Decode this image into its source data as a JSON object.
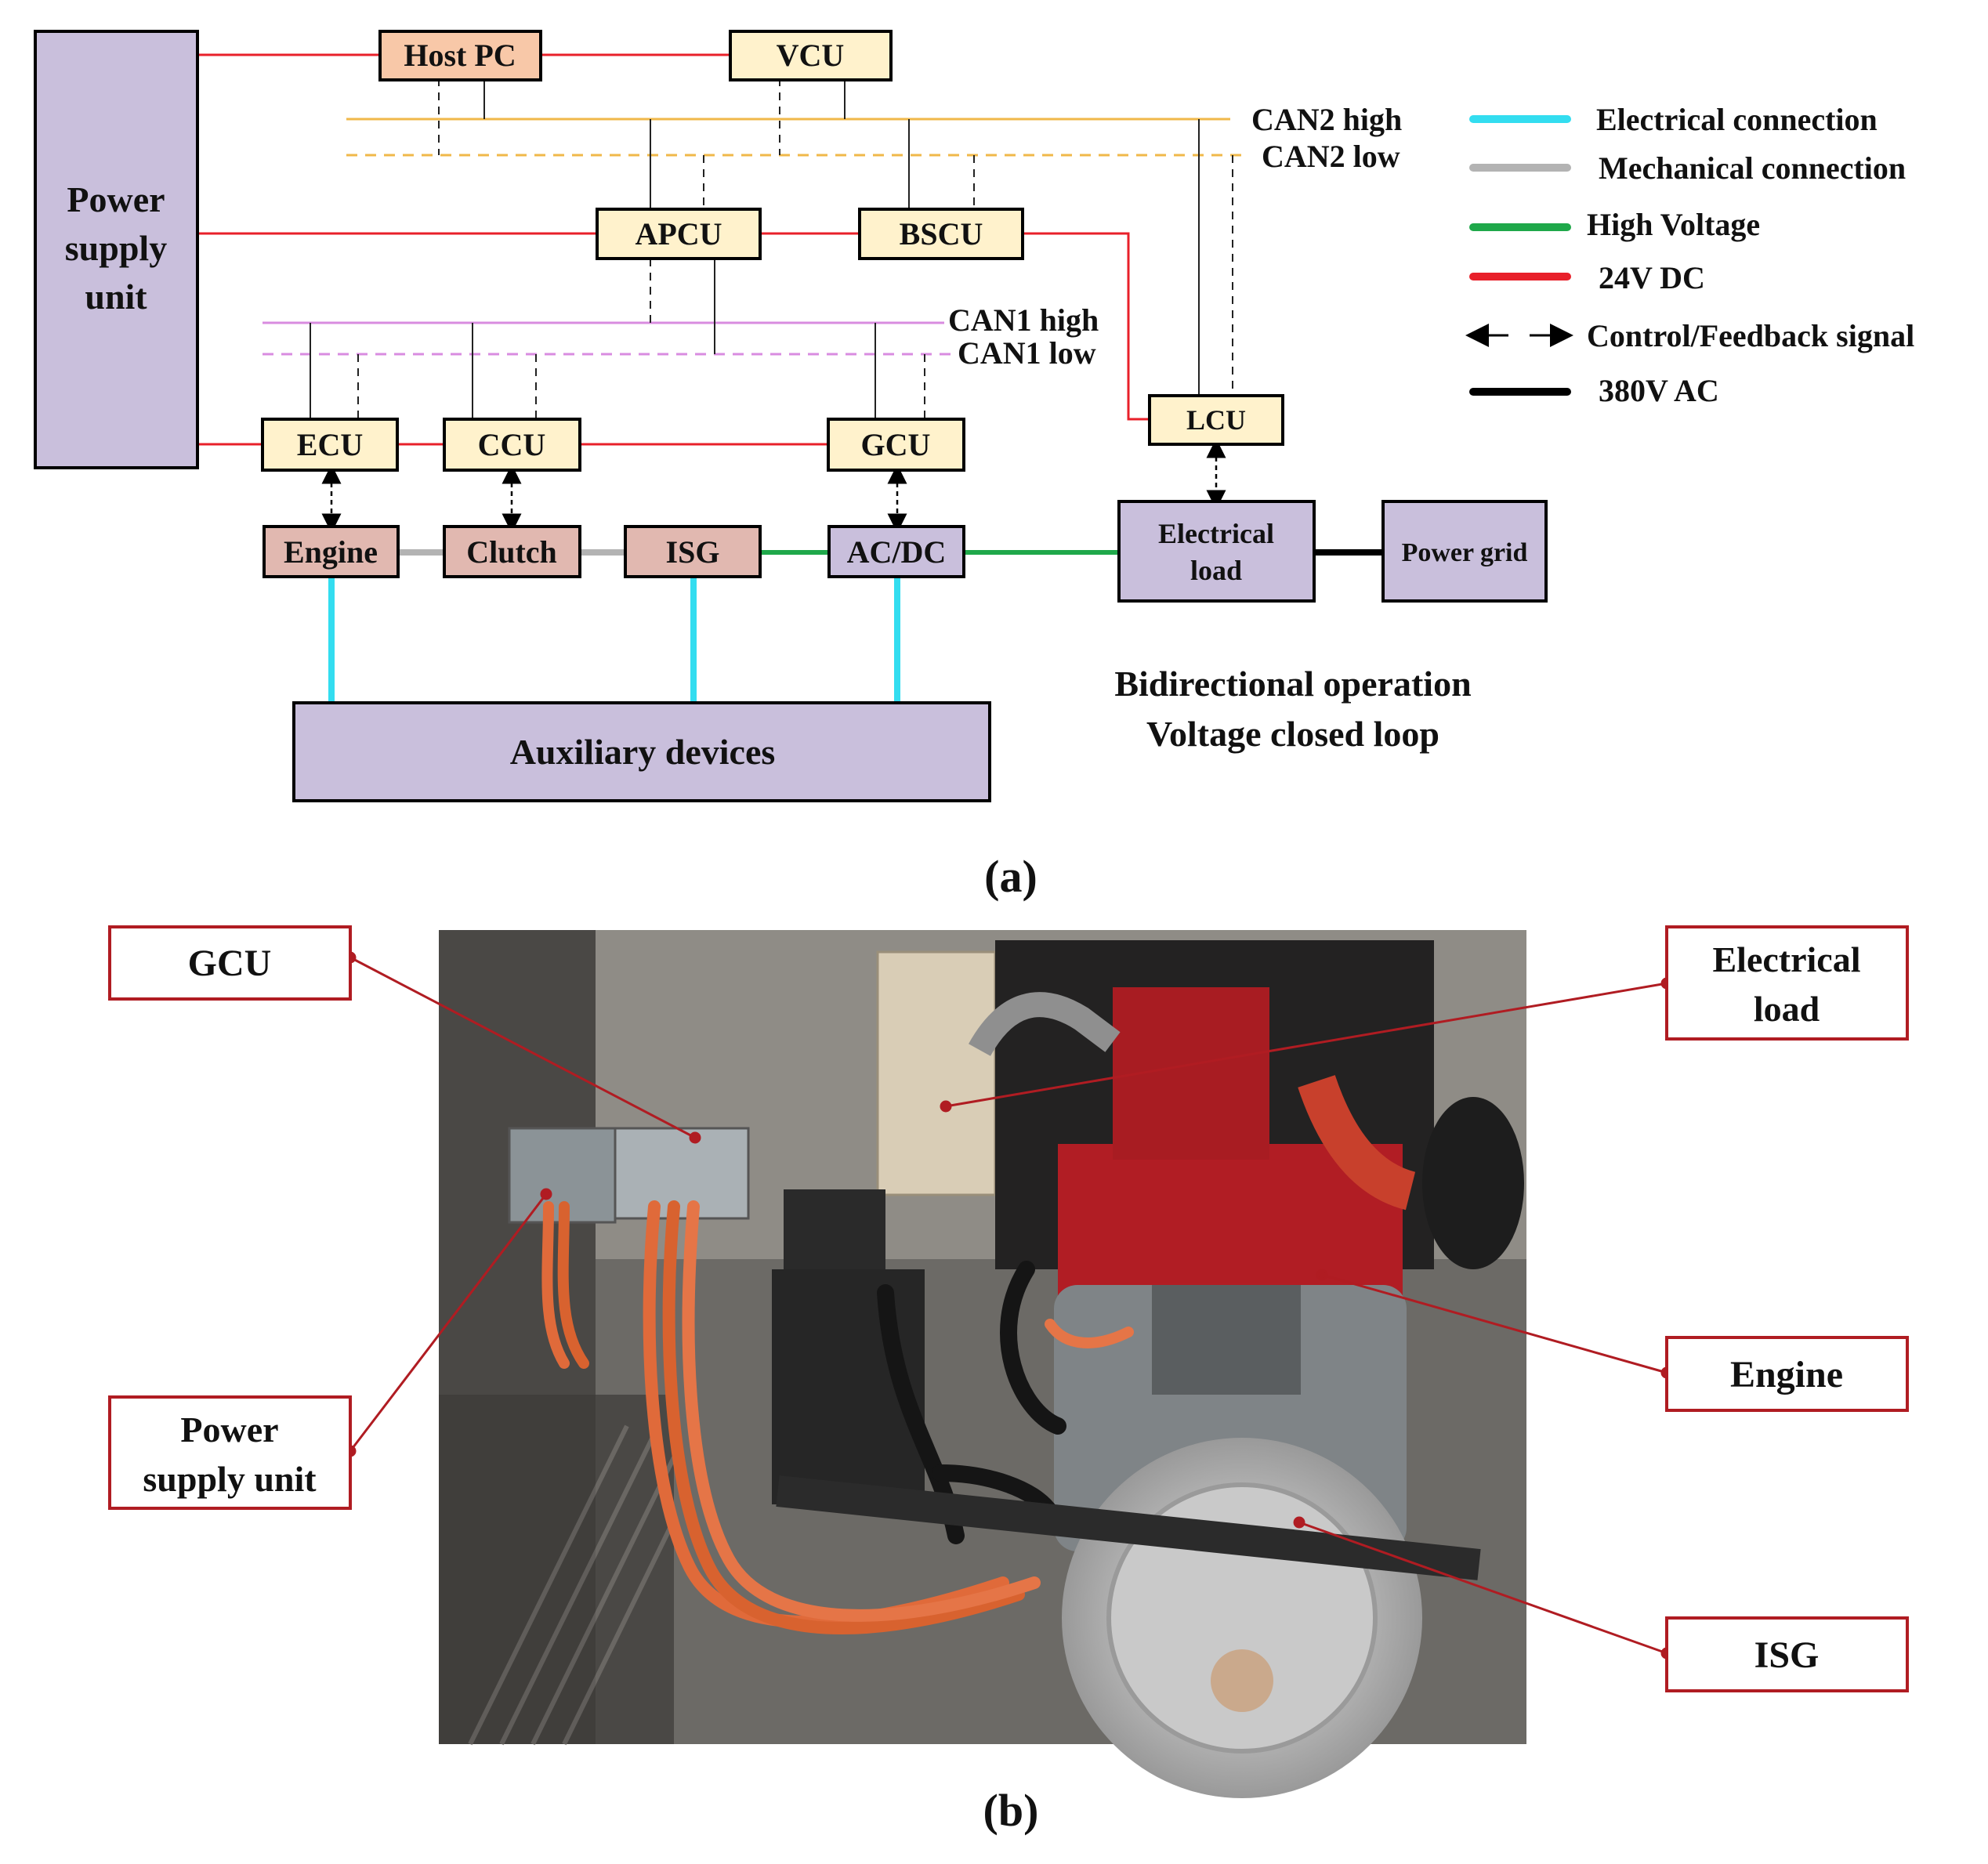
{
  "diagram": {
    "power_supply": [
      "Power",
      "supply",
      "unit"
    ],
    "host_pc": "Host PC",
    "vcu": "VCU",
    "apcu": "APCU",
    "bscu": "BSCU",
    "ecu": "ECU",
    "ccu": "CCU",
    "gcu": "GCU",
    "lcu": "LCU",
    "engine": "Engine",
    "clutch": "Clutch",
    "isg": "ISG",
    "acdc": "AC/DC",
    "electrical_load": [
      "Electrical",
      "load"
    ],
    "power_grid": "Power grid",
    "auxiliary": "Auxiliary devices",
    "can2_high": "CAN2 high",
    "can2_low": "CAN2 low",
    "can1_high": "CAN1 high",
    "can1_low": "CAN1 low",
    "bidirectional": [
      "Bidirectional operation",
      "Voltage closed loop"
    ]
  },
  "legend": [
    {
      "label": "Electrical connection",
      "color": "#33ddf0"
    },
    {
      "label": "Mechanical connection",
      "color": "#b3b3b3"
    },
    {
      "label": "High Voltage",
      "color": "#1fa84a"
    },
    {
      "label": "24V DC",
      "color": "#e8202a"
    },
    {
      "label": "Control/Feedback signal",
      "color": "#000000"
    },
    {
      "label": "380V AC",
      "color": "#000000"
    }
  ],
  "photo_labels": {
    "gcu": "GCU",
    "power_supply": [
      "Power",
      "supply unit"
    ],
    "electrical_load": [
      "Electrical",
      "load"
    ],
    "engine": "Engine",
    "isg": "ISG"
  },
  "captions": {
    "a": "(a)",
    "b": "(b)"
  },
  "colors": {
    "box_cream": "#fff2cc",
    "box_orange": "#f8c8a8",
    "box_lavender": "#c9bfdc",
    "box_rose": "#e1b8b0",
    "line_24v": "#e8202a",
    "line_hv": "#1fa84a",
    "line_elec": "#33ddf0",
    "line_mech": "#b3b3b3",
    "can2": "#f0b84a",
    "can1": "#d98ce0",
    "callout": "#b01c22"
  }
}
